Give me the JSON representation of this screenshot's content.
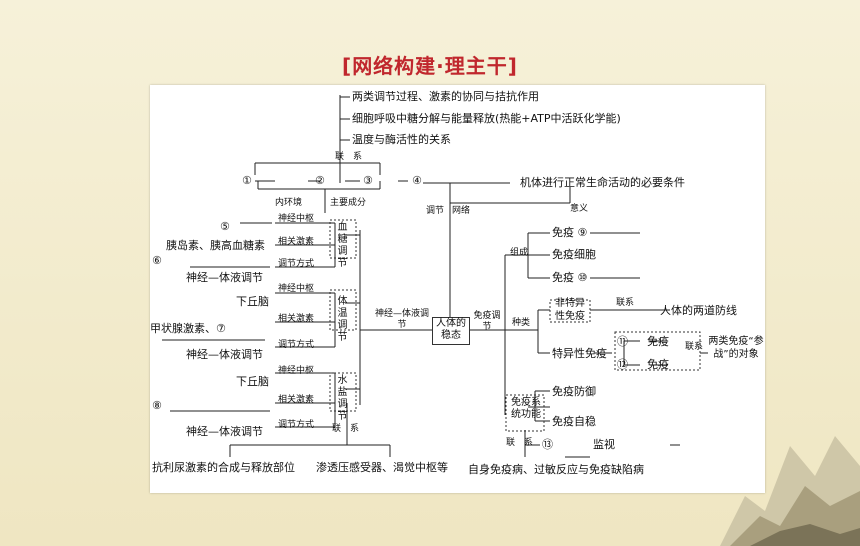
{
  "title": "[网络构建·理主干]",
  "top_notes": [
    "两类调节过程、激素的协同与拮抗作用",
    "细胞呼吸中糖分解与能量释放(热能+ATP中活跃化学能)",
    "温度与酶活性的关系"
  ],
  "link": "联　系",
  "chain": {
    "c1": "①",
    "c2": "②",
    "c3": "③",
    "c4": "④",
    "c4_desc": "机体进行正常生命活动的必要条件"
  },
  "neihuanjing": "内环境",
  "zhuyao": "主要成分",
  "yiyi": "意义",
  "tiaojie": "调节",
  "wangluo": "网络",
  "left": {
    "sugar": {
      "title": "血糖调节",
      "center": "神经中枢",
      "hormone": "相关激素",
      "method": "调节方式",
      "o5": "⑤",
      "hormones": "胰岛素、胰高血糖素",
      "o6": "⑥",
      "mode": "神经—体液调节"
    },
    "temp": {
      "title": "体温调节",
      "center": "神经中枢",
      "hormone": "相关激素",
      "method": "调节方式",
      "center_v": "下丘脑",
      "hormones": "甲状腺激素、⑦",
      "mode": "神经—体液调节"
    },
    "water": {
      "title": "水盐调节",
      "center": "神经中枢",
      "hormone": "相关激素",
      "method": "调节方式",
      "center_v": "下丘脑",
      "o8": "⑧",
      "mode": "神经—体液调节"
    }
  },
  "water_link": "联　系",
  "adh": "抗利尿激素的合成与释放部位",
  "osmo": "渗透压感受器、渴觉中枢等",
  "neuro_humoral": "神经—体液调节",
  "homeostasis": "人体的稳态",
  "immune_reg": "免疫调节",
  "right": {
    "zucheng": "组成",
    "zhonglei": "种类",
    "items": [
      "免疫 ⑨",
      "免疫细胞",
      "免疫 ⑩"
    ],
    "nonspecific": "非特异性免疫",
    "link": "联系",
    "two_lines": "人体的两道防线",
    "specific": "特异性免疫",
    "o11": "⑪",
    "o12": "⑫",
    "mianyi": "免疫",
    "link2": "联系",
    "two_types": "两类免疫“参战”的对象",
    "func_title": "免疫系统功能",
    "func": [
      "免疫防御",
      "免疫自稳"
    ],
    "link3": "联　系",
    "o13": "⑬",
    "jianshi": "监视",
    "diseases": "自身免疫病、过敏反应与免疫缺陷病"
  }
}
